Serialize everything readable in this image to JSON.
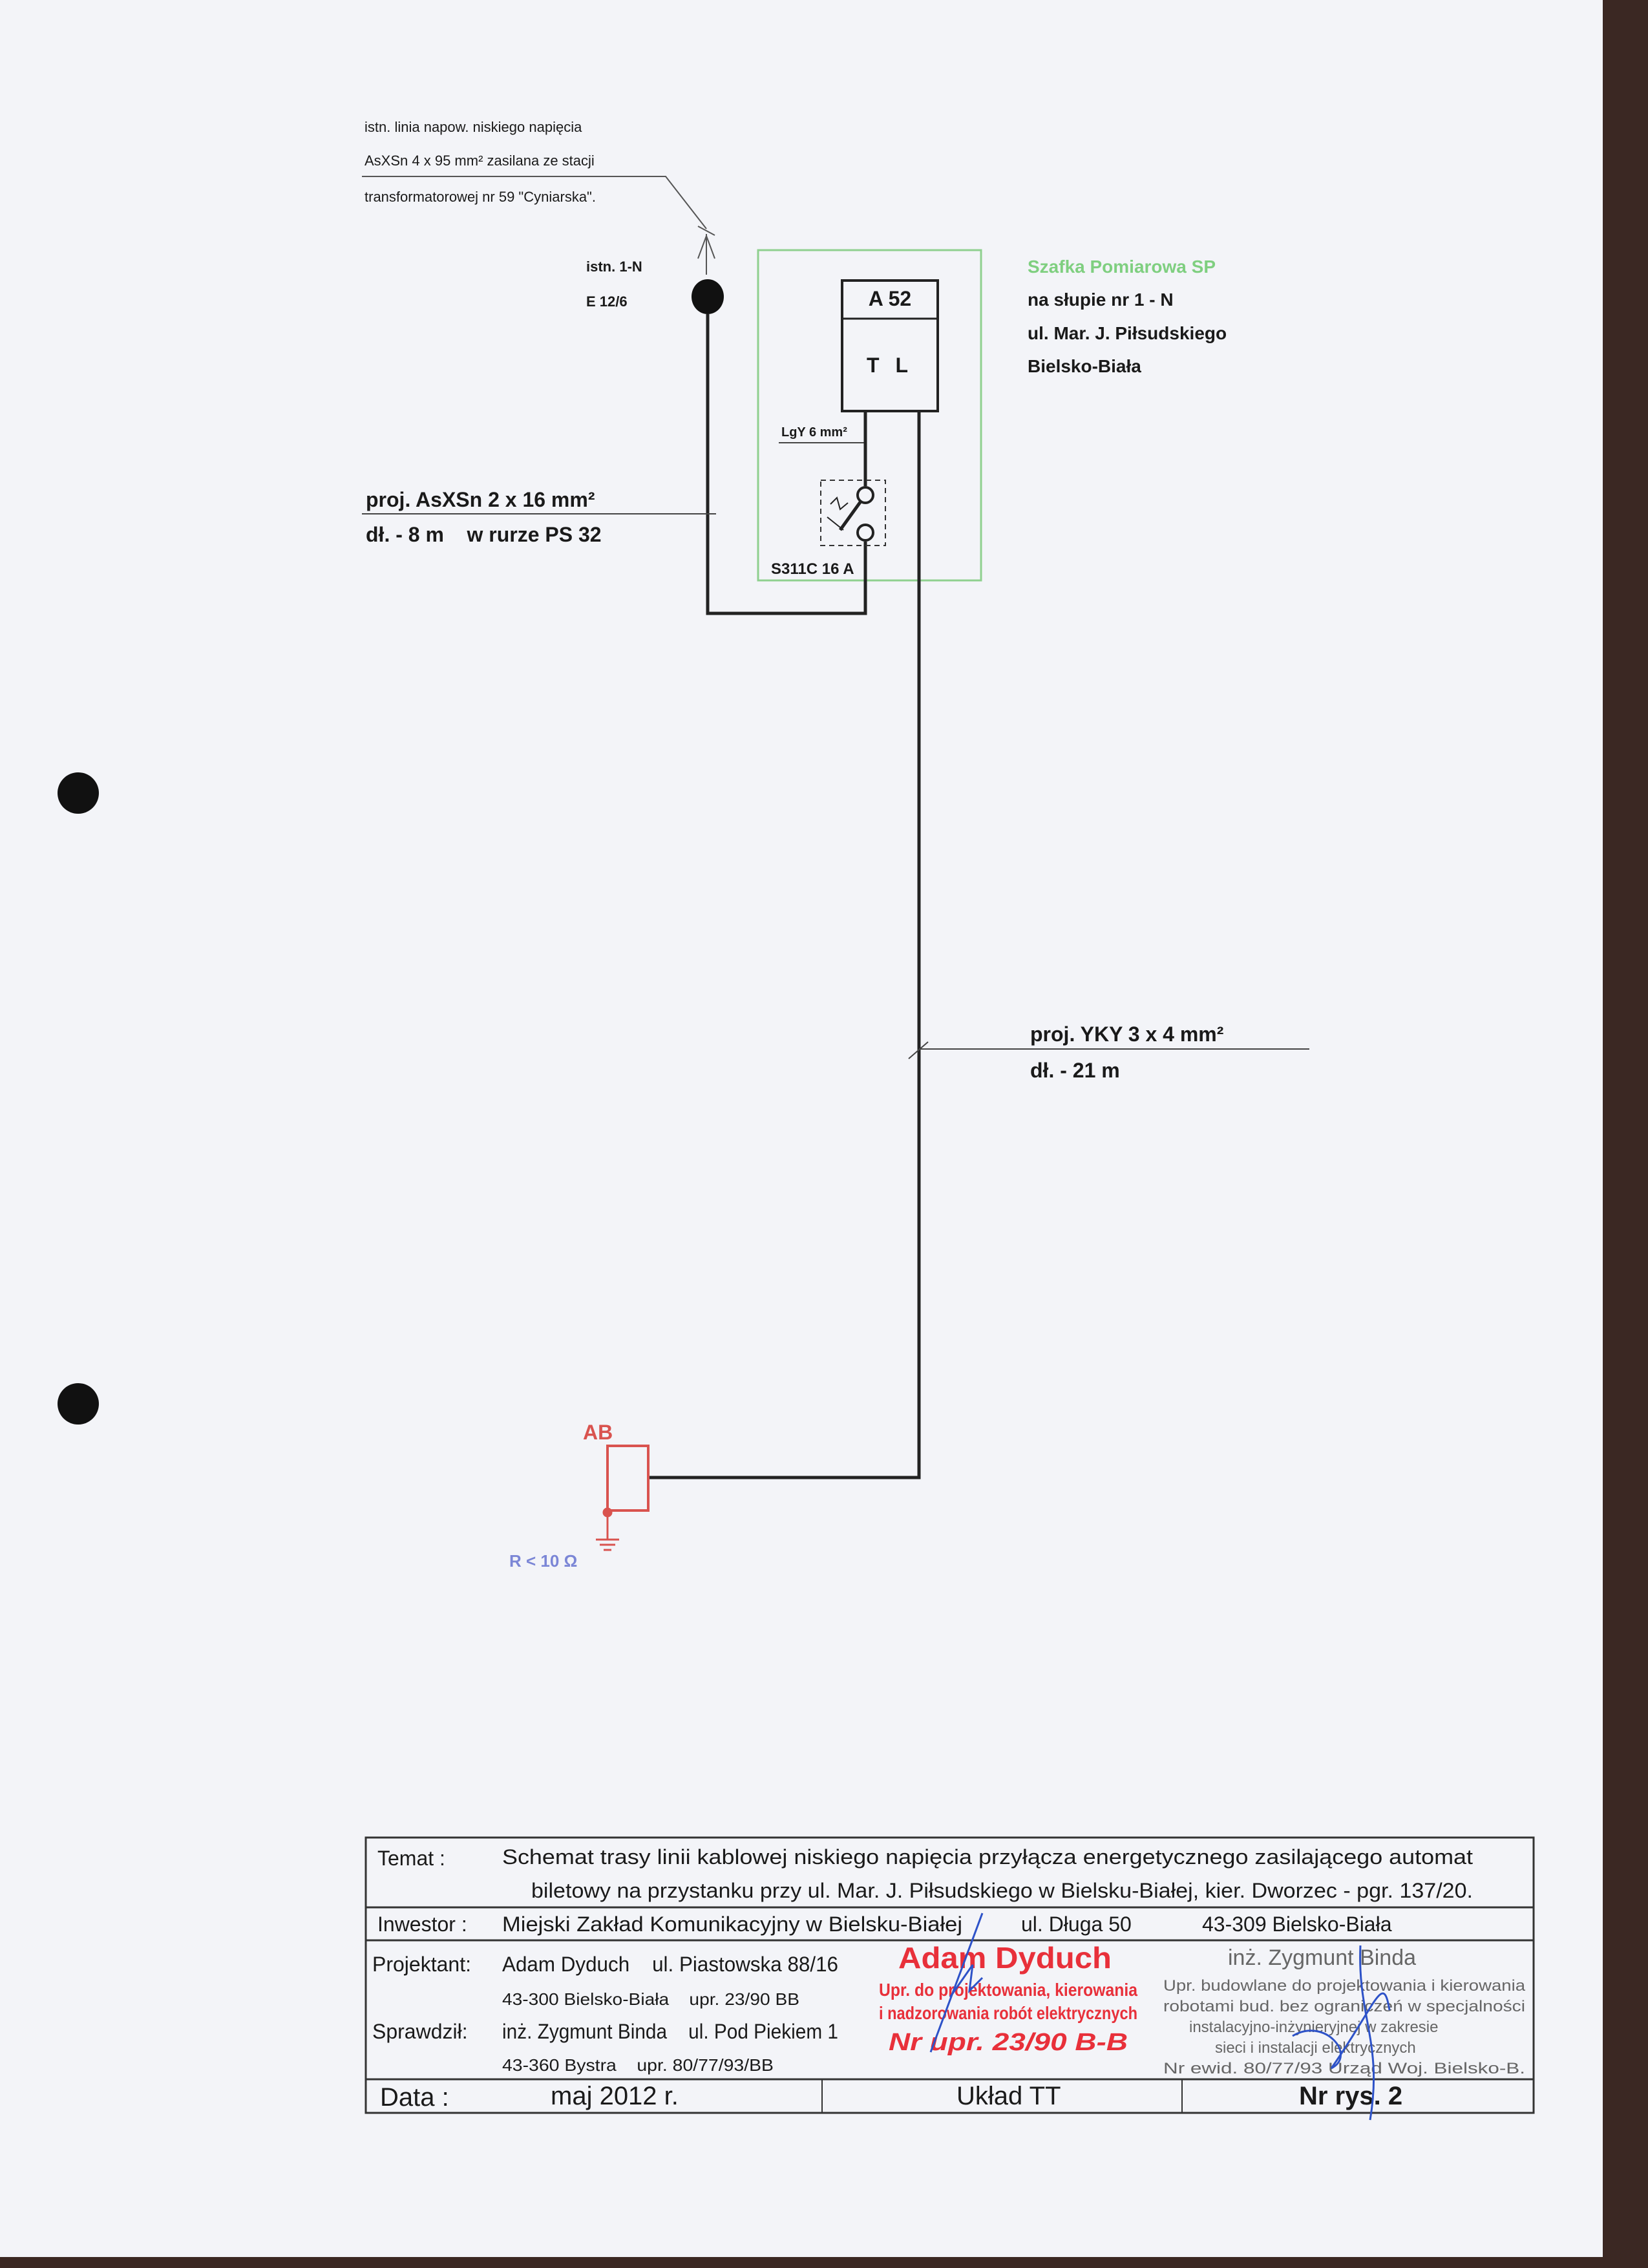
{
  "supply_note": {
    "line1": "istn. linia napow. niskiego napięcia",
    "line2": "AsXSn 4 x 95 mm² zasilana ze stacji",
    "line3": "transformatorowej nr 59 \"Cyniarska\"."
  },
  "pole": {
    "label1": "istn. 1-N",
    "label2": "E 12/6"
  },
  "cabinet": {
    "title": "Szafka Pomiarowa SP",
    "line2": "na słupie nr 1 - N",
    "line3": "ul. Mar. J. Piłsudskiego",
    "line4": "Bielsko-Biała",
    "meter_top": "A 52",
    "meter_bottom": "T L",
    "wire_label": "LgY 6 mm²",
    "breaker_label": "S311C 16 A"
  },
  "cable_in": {
    "line1": "proj. AsXSn 2 x 16 mm²",
    "line2": "dł. - 8 m    w rurze PS 32"
  },
  "cable_out": {
    "line1": "proj. YKY 3 x 4 mm²",
    "line2": "dł. - 21 m"
  },
  "load": {
    "label": "AB",
    "ground": "R < 10 Ω"
  },
  "title_block": {
    "temat_label": "Temat :",
    "temat_line1": "Schemat trasy linii kablowej niskiego napięcia przyłącza energetycznego zasilającego automat",
    "temat_line2": "biletowy na przystanku przy ul. Mar. J. Piłsudskiego w Bielsku-Białej, kier. Dworzec - pgr. 137/20.",
    "inwestor_label": "Inwestor :",
    "inwestor_name": "Miejski Zakład Komunikacyjny w Bielsku-Białej",
    "inwestor_street": "ul. Długa 50",
    "inwestor_city": "43-309 Bielsko-Biała",
    "projektant_label": "Projektant:",
    "projektant_line1": "Adam Dyduch    ul. Piastowska 88/16",
    "projektant_line2": "43-300 Bielsko-Biała    upr. 23/90 BB",
    "sprawdzil_label": "Sprawdził:",
    "sprawdzil_line1": "inż. Zygmunt Binda    ul. Pod Piekiem 1",
    "sprawdzil_line2": "43-360 Bystra    upr. 80/77/93/BB",
    "data_label": "Data :",
    "data_value": "maj 2012 r.",
    "uklad": "Układ TT",
    "nr_rys": "Nr rys. 2"
  },
  "stamp_dyduch": {
    "name": "Adam Dyduch",
    "line1": "Upr. do projektowania, kierowania",
    "line2": "i nadzorowania robót elektrycznych",
    "line3": "Nr upr. 23/90 B-B"
  },
  "stamp_binda": {
    "name": "inż. Zygmunt Binda",
    "line1": "Upr. budowlane do projektowania i kierowania",
    "line2": "robotami bud. bez ograniczeń w specjalności",
    "line3": "instalacyjno-inżynieryjnej w zakresie",
    "line4": "sieci i instalacji elektrycznych",
    "line5": "Nr ewid. 80/77/93 Urząd Woj. Bielsko-B."
  }
}
